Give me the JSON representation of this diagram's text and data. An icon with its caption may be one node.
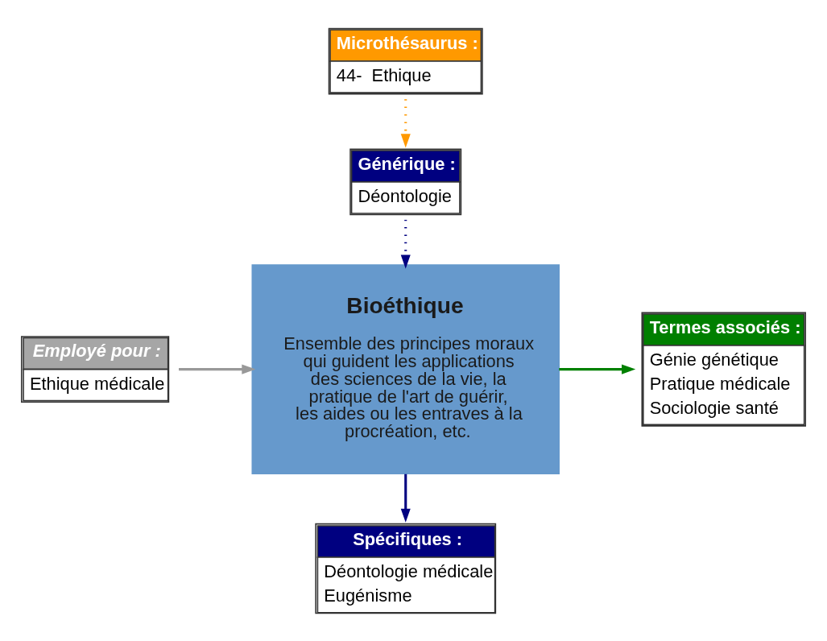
{
  "diagram": {
    "nodes": [
      {
        "text": [
          "Microthésaurus :",
          "44-  Ethique"
        ]
      },
      {
        "text": [
          "Générique :",
          "Déontologie"
        ]
      },
      {
        "text": [
          "Bioéthique",
          "Ensemble des principes moraux qui guident les applications des sciences de la vie, la pratique de l'art de guérir, les aides ou les entraves à la procréation, etc."
        ]
      },
      {
        "text": [
          "Employé pour :",
          "Ethique médicale"
        ]
      },
      {
        "text": [
          "Termes associés :",
          "Génie génétique",
          "Pratique médicale",
          "Sociologie santé"
        ]
      },
      {
        "text": [
          "Spécifiques :",
          "Déontologie médicale",
          "Eugénisme"
        ]
      }
    ],
    "edges": [
      {
        "from": 0,
        "to": 1,
        "arrow": "to",
        "style": "dashed",
        "color": "#ff9900"
      },
      {
        "from": 1,
        "to": 2,
        "arrow": "to",
        "style": "dashed",
        "color": "#000080"
      },
      {
        "from": 3,
        "to": 2,
        "arrow": "to",
        "color": "#999999"
      },
      {
        "from": 2,
        "to": 4,
        "arrow": "to",
        "color": "#008000"
      },
      {
        "from": 2,
        "to": 5,
        "arrow": "to",
        "color": "#000080"
      }
    ]
  }
}
